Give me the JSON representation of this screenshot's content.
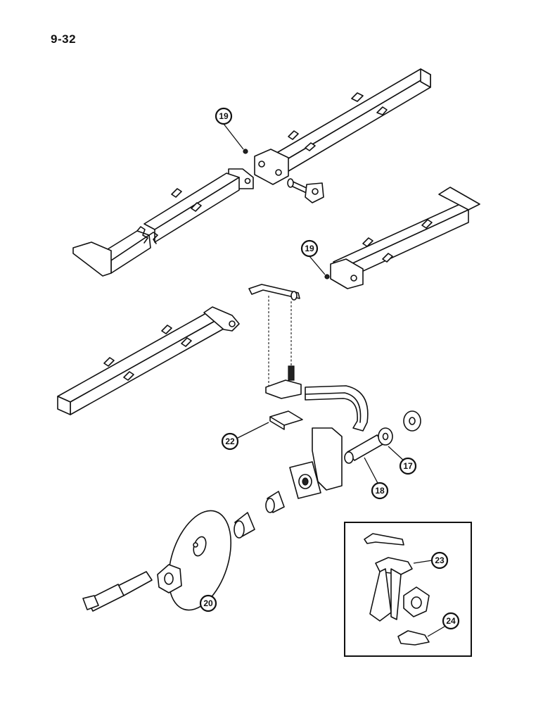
{
  "page": {
    "number": "9-32"
  },
  "callouts": [
    {
      "id": "c19a",
      "label": "19"
    },
    {
      "id": "c19b",
      "label": "19"
    },
    {
      "id": "c22",
      "label": "22"
    },
    {
      "id": "c17",
      "label": "17"
    },
    {
      "id": "c18",
      "label": "18"
    },
    {
      "id": "c20",
      "label": "20"
    },
    {
      "id": "c23",
      "label": "23"
    },
    {
      "id": "c24",
      "label": "24"
    }
  ],
  "colors": {
    "ink": "#111111",
    "paper": "#ffffff"
  }
}
